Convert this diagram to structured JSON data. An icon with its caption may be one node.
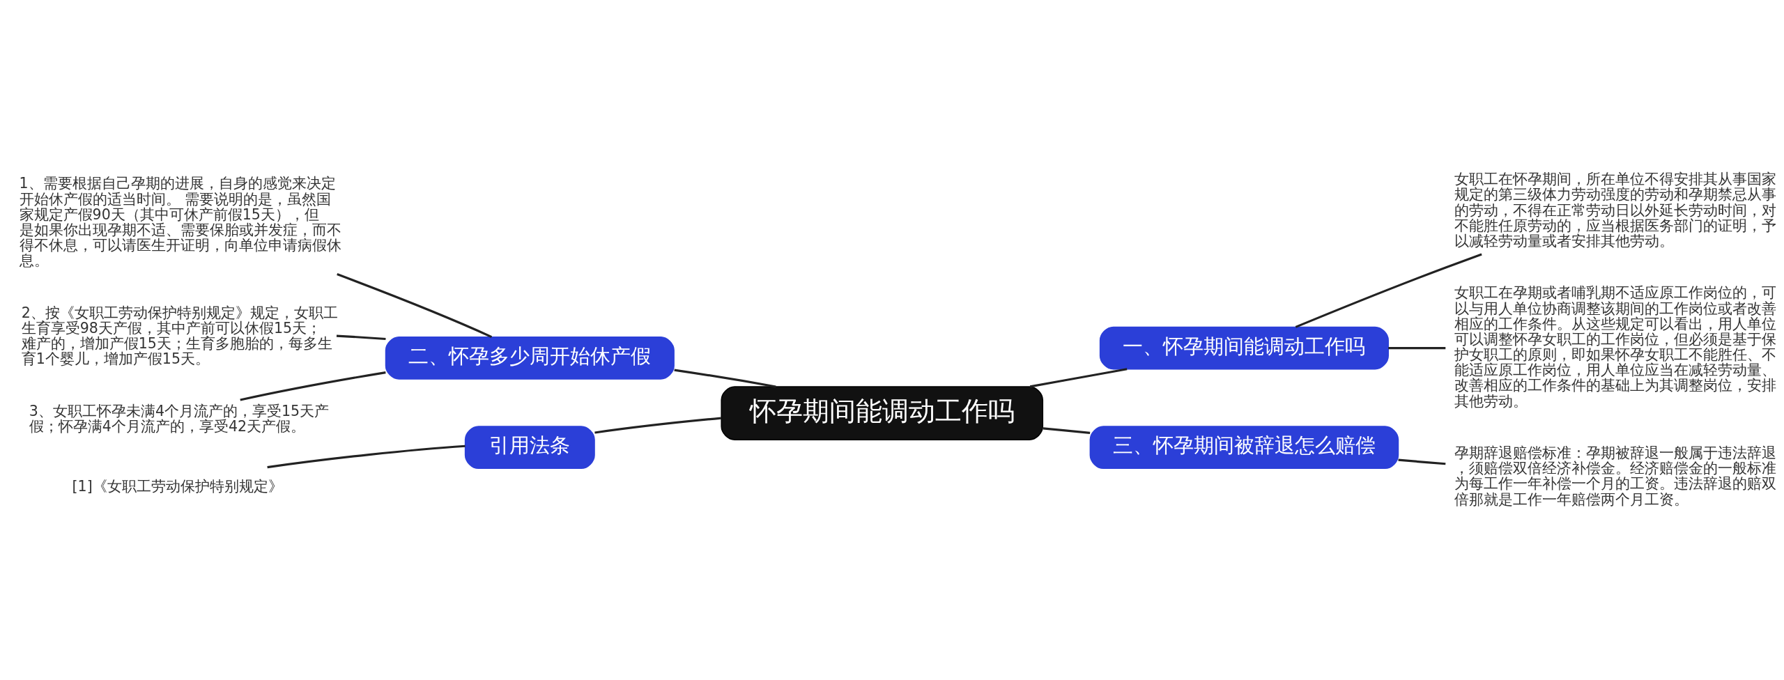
{
  "diagram": {
    "nodes": [
      {
        "text": [
          "怀孕期间能调动工作吗"
        ]
      },
      {
        "text": [
          "一、怀孕期间能调动工作吗"
        ]
      },
      {
        "text": [
          "女职工在怀孕期间，所在单位不得安排其从事国家规定的第三级体力劳动强度的劳动和孕期禁忌从事的劳动，不得在正常劳动日以外延长劳动时间，对不能胜任原劳动的，应当根据医务部门的证明，予以减轻劳动量或者安排其他劳动。"
        ]
      },
      {
        "text": [
          "女职工在孕期或者哺乳期不适应原工作岗位的，可以与用人单位协商调整该期间的工作岗位或者改善相应的工作条件。从这些规定可以看出，用人单位可以调整怀孕女职工的工作岗位，但必须是基于保护女职工的原则，即如果怀孕女职工不能胜任、不能适应原工作岗位，用人单位应当在减轻劳动量、改善相应的工作条件的基础上为其调整岗位，安排其他劳动。"
        ]
      },
      {
        "text": [
          "三、怀孕期间被辞退怎么赔偿"
        ]
      },
      {
        "text": [
          "孕期辞退赔偿标准：孕期被辞退一般属于违法辞退，须赔偿双倍经济补偿金。经济赔偿金的一般标准为每工作一年补偿一个月的工资。违法辞退的赔双倍那就是工作一年赔偿两个月工资。"
        ]
      },
      {
        "text": [
          "二、怀孕多少周开始休产假"
        ]
      },
      {
        "text": [
          "1、需要根据自己孕期的进展，自身的感觉来决定开始休产假的适当时间。 需要说明的是，虽然国家规定产假90天（其中可休产前假15天），但是如果你出现孕期不适、需要保胎或并发症，而不得不休息，可以请医生开证明，向单位申请病假休息。"
        ]
      },
      {
        "text": [
          "2、按《女职工劳动保护特别规定》规定，女职工生育享受98天产假，其中产前可以休假15天；难产的，增加产假15天；生育多胞胎的，每多生育1个婴儿，增加产假15天。"
        ]
      },
      {
        "text": [
          "3、女职工怀孕未满4个月流产的，享受15天产假；怀孕满4个月流产的，享受42天产假。"
        ]
      },
      {
        "text": [
          "引用法条"
        ]
      },
      {
        "text": [
          "[1]《女职工劳动保护特别规定》"
        ]
      }
    ],
    "edges": [
      {
        "from": 0,
        "to": 1,
        "arrow": "none"
      },
      {
        "from": 1,
        "to": 2,
        "arrow": "none"
      },
      {
        "from": 1,
        "to": 3,
        "arrow": "none"
      },
      {
        "from": 0,
        "to": 4,
        "arrow": "none"
      },
      {
        "from": 4,
        "to": 5,
        "arrow": "none"
      },
      {
        "from": 0,
        "to": 6,
        "arrow": "none"
      },
      {
        "from": 6,
        "to": 7,
        "arrow": "none"
      },
      {
        "from": 6,
        "to": 8,
        "arrow": "none"
      },
      {
        "from": 6,
        "to": 9,
        "arrow": "none"
      },
      {
        "from": 0,
        "to": 10,
        "arrow": "none"
      },
      {
        "from": 10,
        "to": 11,
        "arrow": "none"
      }
    ]
  }
}
